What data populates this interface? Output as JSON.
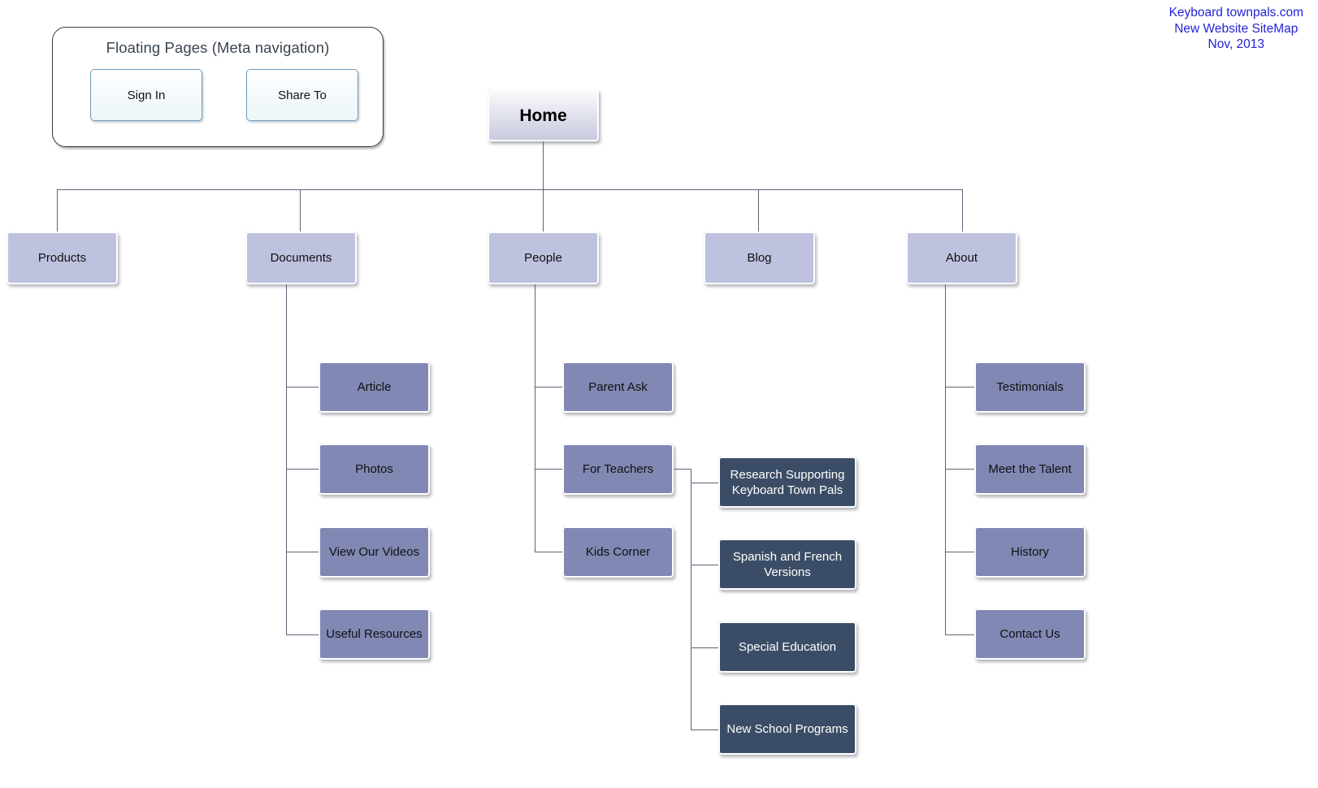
{
  "header": {
    "line1": "Keyboard townpals.com",
    "line2": "New Website SiteMap",
    "line3": "Nov, 2013",
    "color": "#2323d6"
  },
  "floating_panel": {
    "title": "Floating Pages (Meta navigation)",
    "buttons": [
      {
        "label": "Sign In"
      },
      {
        "label": "Share To"
      }
    ]
  },
  "sitemap": {
    "root": {
      "label": "Home"
    },
    "level2": [
      {
        "label": "Products"
      },
      {
        "label": "Documents"
      },
      {
        "label": "People"
      },
      {
        "label": "Blog"
      },
      {
        "label": "About"
      }
    ],
    "documents_children": [
      {
        "label": "Article"
      },
      {
        "label": "Photos"
      },
      {
        "label": "View Our Videos"
      },
      {
        "label": "Useful Resources"
      }
    ],
    "people_children": [
      {
        "label": "Parent Ask"
      },
      {
        "label": "For Teachers"
      },
      {
        "label": "Kids Corner"
      }
    ],
    "for_teachers_children": [
      {
        "label": "Research Supporting Keyboard Town Pals"
      },
      {
        "label": "Spanish and French Versions"
      },
      {
        "label": "Special Education"
      },
      {
        "label": "New School Programs"
      }
    ],
    "about_children": [
      {
        "label": "Testimonials"
      },
      {
        "label": "Meet the Talent"
      },
      {
        "label": "History"
      },
      {
        "label": "Contact Us"
      }
    ]
  },
  "colors": {
    "root_fill": "#c7c9de",
    "level2_fill": "#bec2de",
    "level3_fill": "#8188b4",
    "level4_fill": "#3b4d66",
    "connector": "#5a6678",
    "meta_button_fill": "#eef6f9",
    "meta_button_border": "#6f9cbb",
    "header_text": "#2323d6"
  }
}
